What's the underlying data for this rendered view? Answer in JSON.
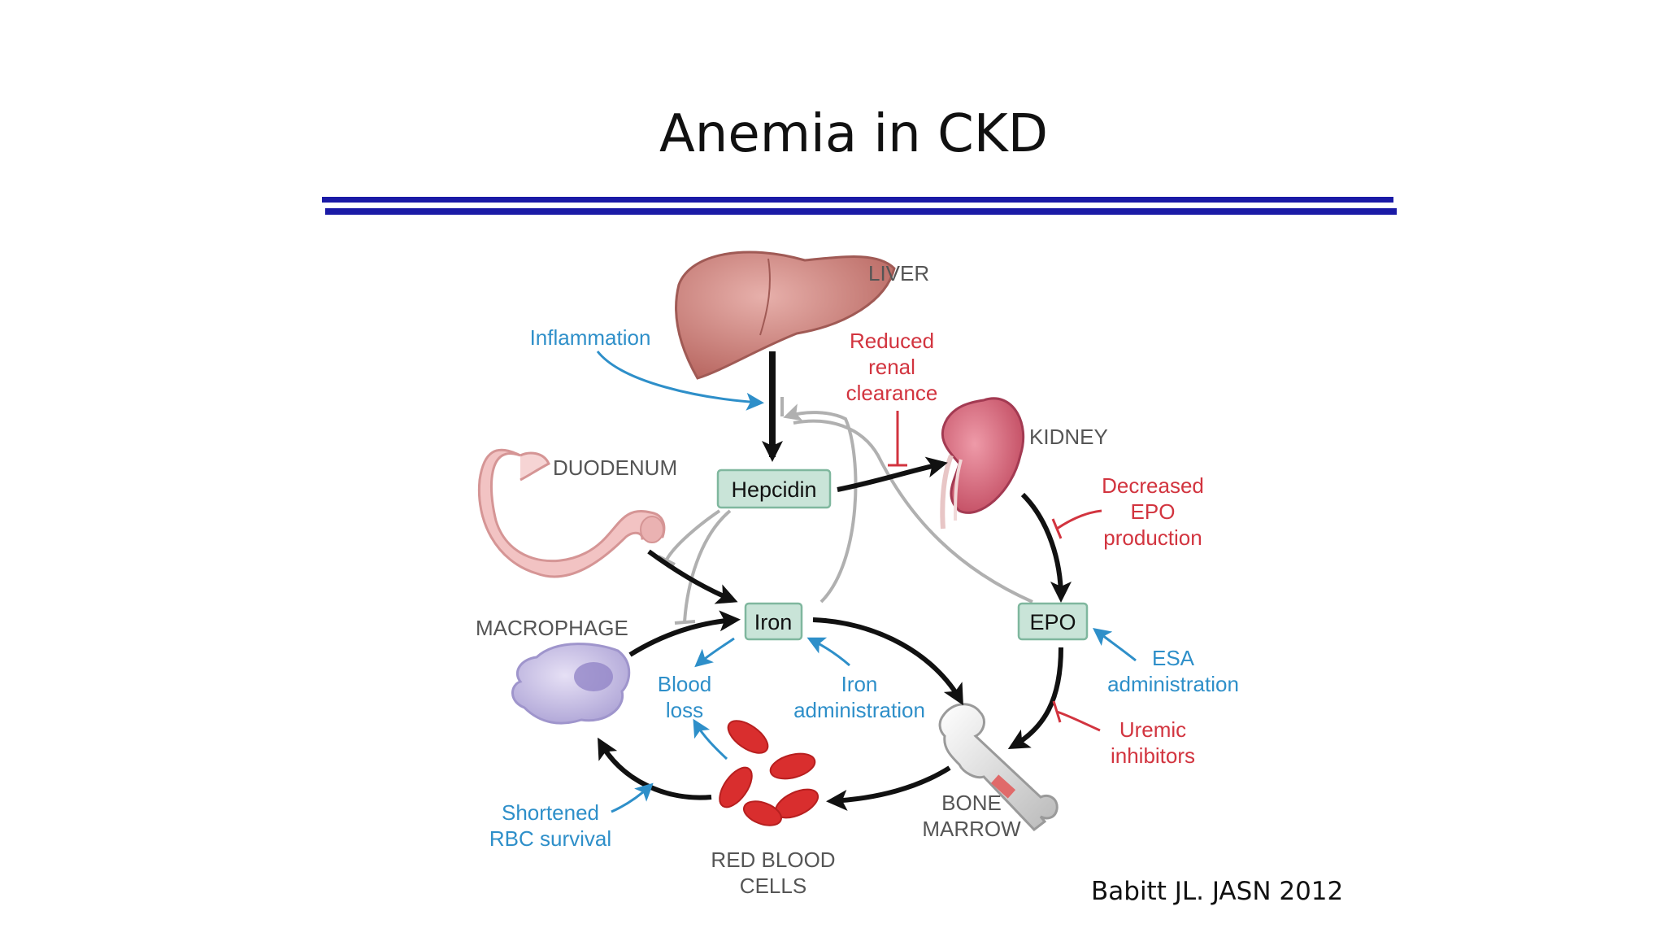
{
  "title": "Anemia in CKD",
  "citation": "Babitt JL. JASN 2012",
  "colors": {
    "rule": "#1a1aa6",
    "node_fill": "#c9e4d8",
    "node_stroke": "#7fb79e",
    "blue_label": "#2e8fc9",
    "red_label": "#d2343f",
    "dark_label": "#555555"
  },
  "organs": {
    "liver": "LIVER",
    "kidney": "KIDNEY",
    "duodenum": "DUODENUM",
    "macrophage": "MACROPHAGE",
    "bone_marrow": [
      "BONE",
      "MARROW"
    ],
    "red_blood_cells": [
      "RED BLOOD",
      "CELLS"
    ]
  },
  "nodes": {
    "hepcidin": "Hepcidin",
    "iron": "Iron",
    "epo": "EPO"
  },
  "modifiers": {
    "inflammation": [
      "Inflammation"
    ],
    "reduced_renal_clearance": [
      "Reduced",
      "renal",
      "clearance"
    ],
    "decreased_epo": [
      "Decreased",
      "EPO",
      "production"
    ],
    "esa_admin": [
      "ESA",
      "administration"
    ],
    "uremic_inhibitors": [
      "Uremic",
      "inhibitors"
    ],
    "blood_loss": [
      "Blood",
      "loss"
    ],
    "iron_admin": [
      "Iron",
      "administration"
    ],
    "shortened_rbc": [
      "Shortened",
      "RBC survival"
    ]
  },
  "icons": [
    "liver-icon",
    "kidney-icon",
    "duodenum-icon",
    "macrophage-icon",
    "bone-icon",
    "red-blood-cells-icon"
  ]
}
